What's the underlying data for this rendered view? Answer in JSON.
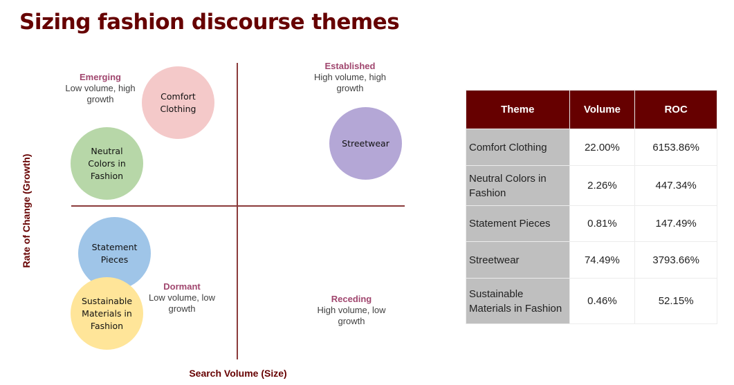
{
  "title": "Sizing fashion discourse themes",
  "chart": {
    "xlabel": "Search Volume (Size)",
    "ylabel": "Rate of Change (Growth)",
    "quadrants": {
      "emerging": {
        "name": "Emerging",
        "desc": "Low volume, high growth"
      },
      "established": {
        "name": "Established",
        "desc": "High volume, high growth"
      },
      "dormant": {
        "name": "Dormant",
        "desc": "Low volume, low growth"
      },
      "receding": {
        "name": "Receding",
        "desc": "High volume, low growth"
      }
    },
    "bubbles": {
      "comfort": {
        "label": "Comfort Clothing",
        "color": "#f4c9c9"
      },
      "neutral": {
        "label": "Neutral Colors in Fashion",
        "color": "#b7d7a8"
      },
      "streetwear": {
        "label": "Streetwear",
        "color": "#b4a7d6"
      },
      "statement": {
        "label": "Statement Pieces",
        "color": "#9fc5e8"
      },
      "sustainable": {
        "label": "Sustainable Materials in Fashion",
        "color": "#ffe599"
      }
    }
  },
  "table": {
    "headers": [
      "Theme",
      "Volume",
      "ROC"
    ],
    "rows": [
      [
        "Comfort Clothing",
        "22.00%",
        "6153.86%"
      ],
      [
        "Neutral Colors in Fashion",
        "2.26%",
        "447.34%"
      ],
      [
        "Statement Pieces",
        "0.81%",
        "147.49%"
      ],
      [
        "Streetwear",
        "74.49%",
        "3793.66%"
      ],
      [
        "Sustainable Materials in Fashion",
        "0.46%",
        "52.15%"
      ]
    ]
  },
  "chart_data": {
    "type": "scatter",
    "title": "Sizing fashion discourse themes",
    "xlabel": "Search Volume (Size)",
    "ylabel": "Rate of Change (Growth)",
    "quadrants": [
      "Emerging: Low volume, high growth",
      "Established: High volume, high growth",
      "Dormant: Low volume, low growth",
      "Receding: High volume, low growth"
    ],
    "categories": [
      "Comfort Clothing",
      "Neutral Colors in Fashion",
      "Statement Pieces",
      "Streetwear",
      "Sustainable Materials in Fashion"
    ],
    "series": [
      {
        "name": "Volume (%)",
        "values": [
          22.0,
          2.26,
          0.81,
          74.49,
          0.46
        ]
      },
      {
        "name": "ROC (%)",
        "values": [
          6153.86,
          447.34,
          147.49,
          3793.66,
          52.15
        ]
      }
    ],
    "grid": false,
    "legend": "none"
  }
}
